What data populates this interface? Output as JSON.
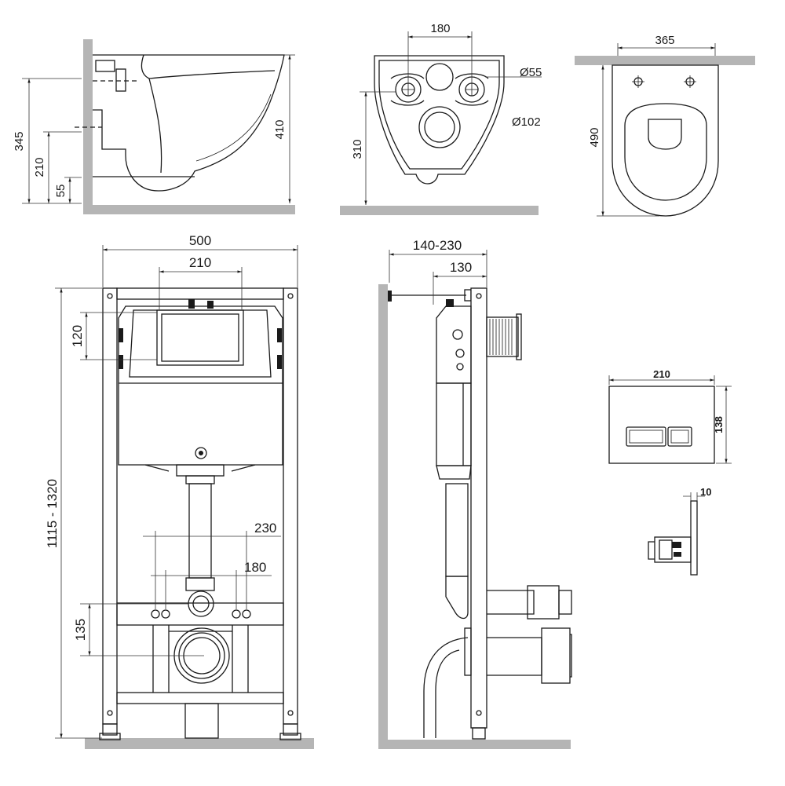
{
  "side_view": {
    "dims": [
      "345",
      "210",
      "55",
      "410"
    ]
  },
  "rear_view": {
    "dims": [
      "180",
      "Ø55",
      "Ø102",
      "310"
    ]
  },
  "top_view": {
    "dims": [
      "365",
      "490"
    ]
  },
  "frame_front": {
    "dims": [
      "500",
      "210",
      "120",
      "1115 - 1320",
      "230",
      "180",
      "135"
    ]
  },
  "frame_side": {
    "dims": [
      "140-230",
      "130"
    ]
  },
  "flush_plate": {
    "dims": [
      "210",
      "138",
      "10"
    ]
  }
}
